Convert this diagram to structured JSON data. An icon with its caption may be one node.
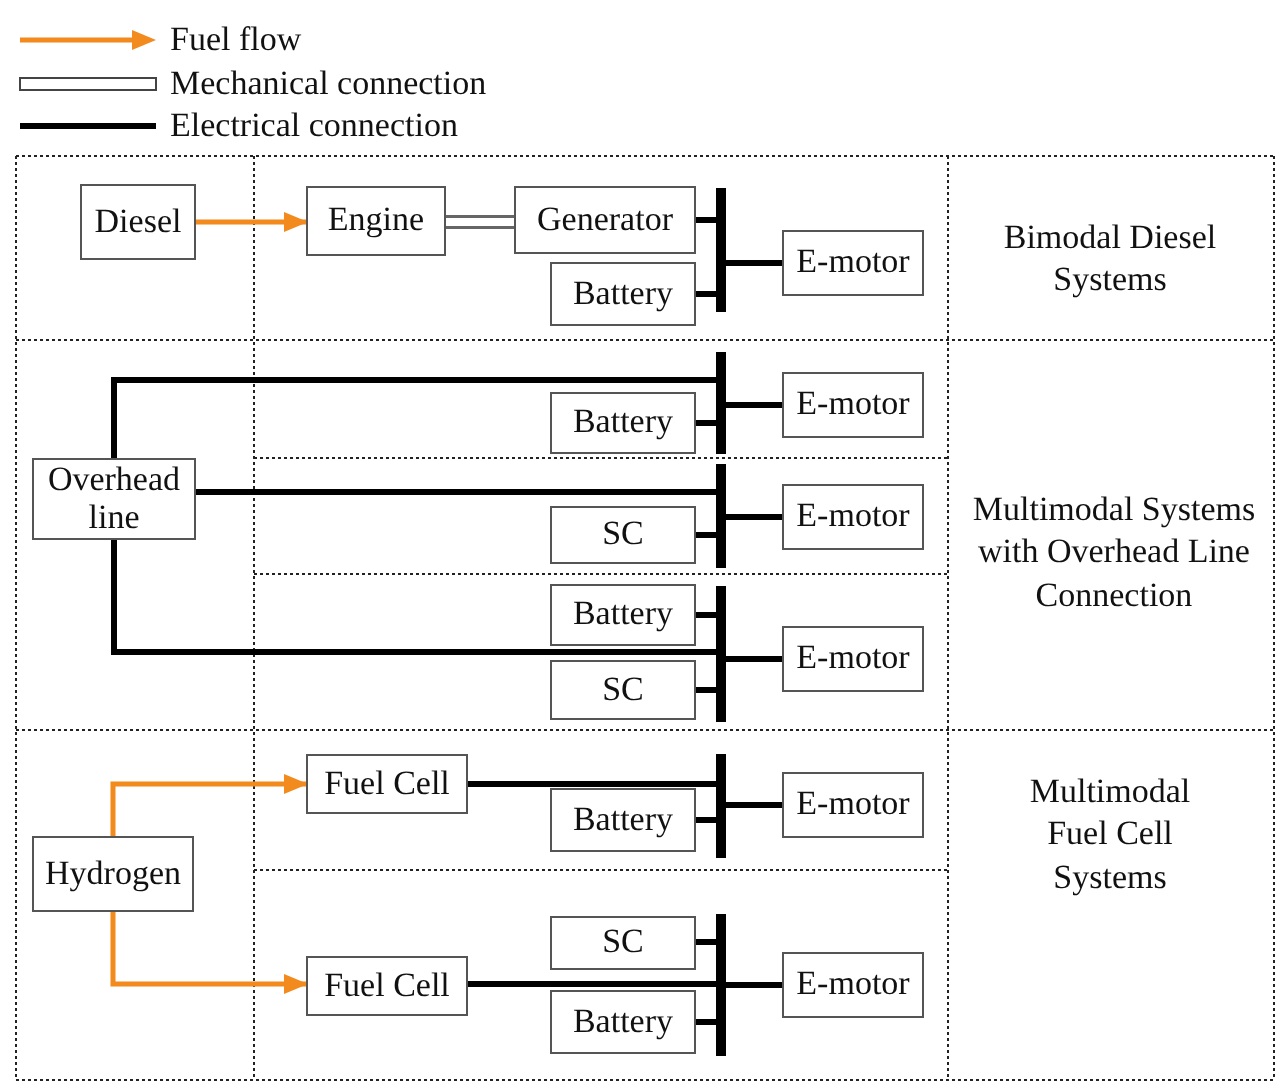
{
  "diagram": {
    "nodes": [
      {
        "text": [
          "Diesel"
        ]
      },
      {
        "text": [
          "Engine"
        ]
      },
      {
        "text": [
          "Generator"
        ]
      },
      {
        "text": [
          "Battery"
        ]
      },
      {
        "text": [],
        "shape": "bar"
      },
      {
        "text": [
          "E-motor"
        ]
      },
      {
        "text": [
          "Overhead line"
        ]
      },
      {
        "text": [
          "Battery"
        ]
      },
      {
        "text": [],
        "shape": "bar"
      },
      {
        "text": [
          "E-motor"
        ]
      },
      {
        "text": [
          "SC"
        ]
      },
      {
        "text": [],
        "shape": "bar"
      },
      {
        "text": [
          "E-motor"
        ]
      },
      {
        "text": [
          "Battery"
        ]
      },
      {
        "text": [
          "SC"
        ]
      },
      {
        "text": [],
        "shape": "bar"
      },
      {
        "text": [
          "E-motor"
        ]
      },
      {
        "text": [
          "Hydrogen"
        ]
      },
      {
        "text": [
          "Fuel Cell"
        ]
      },
      {
        "text": [
          "Battery"
        ]
      },
      {
        "text": [],
        "shape": "bar"
      },
      {
        "text": [
          "E-motor"
        ]
      },
      {
        "text": [
          "SC"
        ]
      },
      {
        "text": [
          "Fuel Cell"
        ]
      },
      {
        "text": [
          "Battery"
        ]
      },
      {
        "text": [],
        "shape": "bar"
      },
      {
        "text": [
          "E-motor"
        ]
      }
    ],
    "edges": [
      {
        "from": 0,
        "to": 1,
        "arrow": "to",
        "color": "#f28a1e"
      },
      {
        "from": 1,
        "to": 2,
        "arrow": "none",
        "style": "thick",
        "color": "#666666"
      },
      {
        "from": 2,
        "to": 4,
        "arrow": "none"
      },
      {
        "from": 3,
        "to": 4,
        "arrow": "none"
      },
      {
        "from": 4,
        "to": 5,
        "arrow": "none"
      },
      {
        "from": 6,
        "to": 8,
        "arrow": "none"
      },
      {
        "from": 7,
        "to": 8,
        "arrow": "none"
      },
      {
        "from": 8,
        "to": 9,
        "arrow": "none"
      },
      {
        "from": 6,
        "to": 11,
        "arrow": "none"
      },
      {
        "from": 10,
        "to": 11,
        "arrow": "none"
      },
      {
        "from": 11,
        "to": 12,
        "arrow": "none"
      },
      {
        "from": 6,
        "to": 15,
        "arrow": "none"
      },
      {
        "from": 13,
        "to": 15,
        "arrow": "none"
      },
      {
        "from": 14,
        "to": 15,
        "arrow": "none"
      },
      {
        "from": 15,
        "to": 16,
        "arrow": "none"
      },
      {
        "from": 17,
        "to": 18,
        "arrow": "to",
        "color": "#f28a1e"
      },
      {
        "from": 17,
        "to": 23,
        "arrow": "to",
        "color": "#f28a1e"
      },
      {
        "from": 18,
        "to": 20,
        "arrow": "none"
      },
      {
        "from": 19,
        "to": 20,
        "arrow": "none"
      },
      {
        "from": 20,
        "to": 21,
        "arrow": "none"
      },
      {
        "from": 22,
        "to": 25,
        "arrow": "none"
      },
      {
        "from": 23,
        "to": 25,
        "arrow": "none"
      },
      {
        "from": 24,
        "to": 25,
        "arrow": "none"
      },
      {
        "from": 25,
        "to": 26,
        "arrow": "none"
      }
    ],
    "labels": [
      "Bimodal Diesel Systems",
      "Multimodal Systems with Overhead Line Connection",
      "Multimodal Fuel Cell Systems"
    ],
    "legend": [
      {
        "text": "Fuel flow"
      },
      {
        "text": "Mechanical connection"
      },
      {
        "text": "Electrical connection"
      }
    ]
  }
}
